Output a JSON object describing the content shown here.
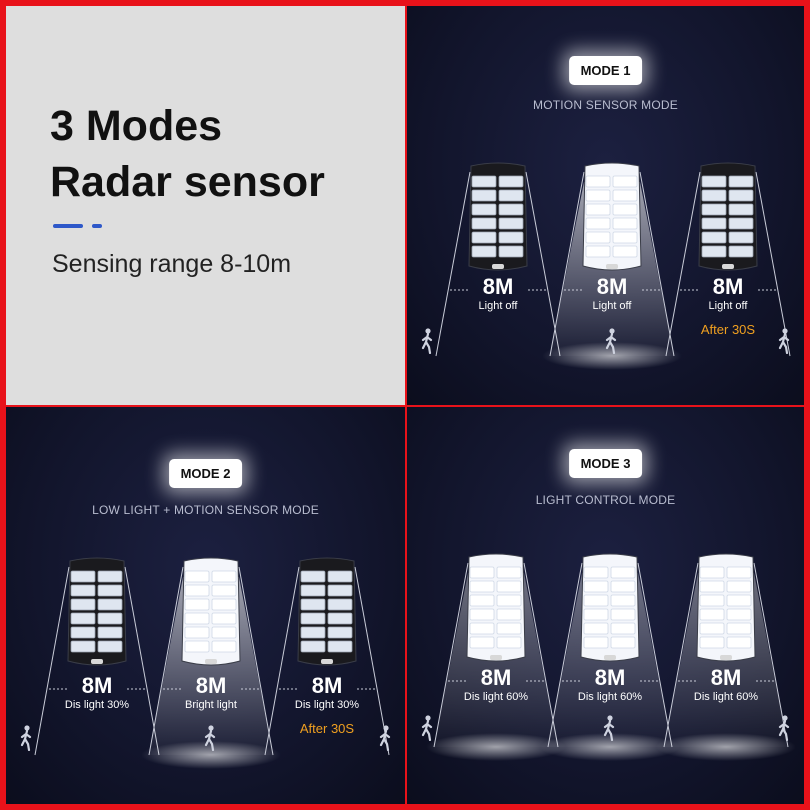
{
  "intro": {
    "headline_line1": "3 Modes",
    "headline_line2": "Radar sensor",
    "subline": "Sensing range 8-10m"
  },
  "colors": {
    "frame": "#e8121a",
    "accent_blue": "#2e58c9",
    "after_orange": "#f0a020"
  },
  "modes": [
    {
      "badge": "MODE 1",
      "subtitle": "MOTION SENSOR MODE",
      "lamps": [
        {
          "distance": "8M",
          "state": "Light off",
          "lit": false,
          "after": "",
          "person_icon": "walking-person-icon"
        },
        {
          "distance": "8M",
          "state": "Light off",
          "lit": true,
          "after": "",
          "person_icon": "walking-person-icon"
        },
        {
          "distance": "8M",
          "state": "Light off",
          "lit": false,
          "after": "After 30S",
          "person_icon": "walking-person-icon"
        }
      ]
    },
    {
      "badge": "MODE 2",
      "subtitle": "LOW LIGHT + MOTION SENSOR MODE",
      "lamps": [
        {
          "distance": "8M",
          "state": "Dis light 30%",
          "lit": false,
          "after": "",
          "person_icon": "walking-person-icon"
        },
        {
          "distance": "8M",
          "state": "Bright light",
          "lit": true,
          "after": "",
          "person_icon": "walking-person-icon"
        },
        {
          "distance": "8M",
          "state": "Dis light 30%",
          "lit": false,
          "after": "After 30S",
          "person_icon": "walking-person-icon"
        }
      ]
    },
    {
      "badge": "MODE 3",
      "subtitle": "LIGHT CONTROL MODE",
      "lamps": [
        {
          "distance": "8M",
          "state": "Dis light 60%",
          "lit": true,
          "after": "",
          "person_icon": "walking-person-icon"
        },
        {
          "distance": "8M",
          "state": "Dis light 60%",
          "lit": true,
          "after": "",
          "person_icon": "walking-person-icon"
        },
        {
          "distance": "8M",
          "state": "Dis light 60%",
          "lit": true,
          "after": "",
          "person_icon": "walking-person-icon"
        }
      ]
    }
  ]
}
